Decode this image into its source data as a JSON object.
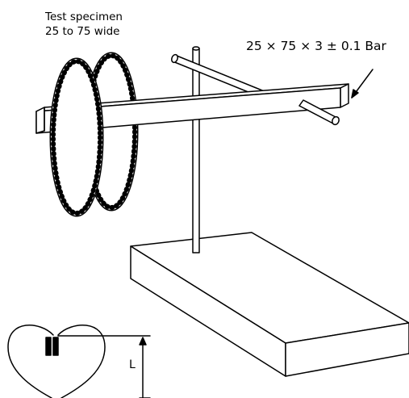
{
  "labels": {
    "specimen_line1": "Test specimen",
    "specimen_line2": "25 to 75 wide",
    "bar": "25 × 75 × 3 ± 0.1 Bar",
    "length": "L"
  },
  "colors": {
    "stroke": "#000000",
    "fill": "#ffffff"
  }
}
